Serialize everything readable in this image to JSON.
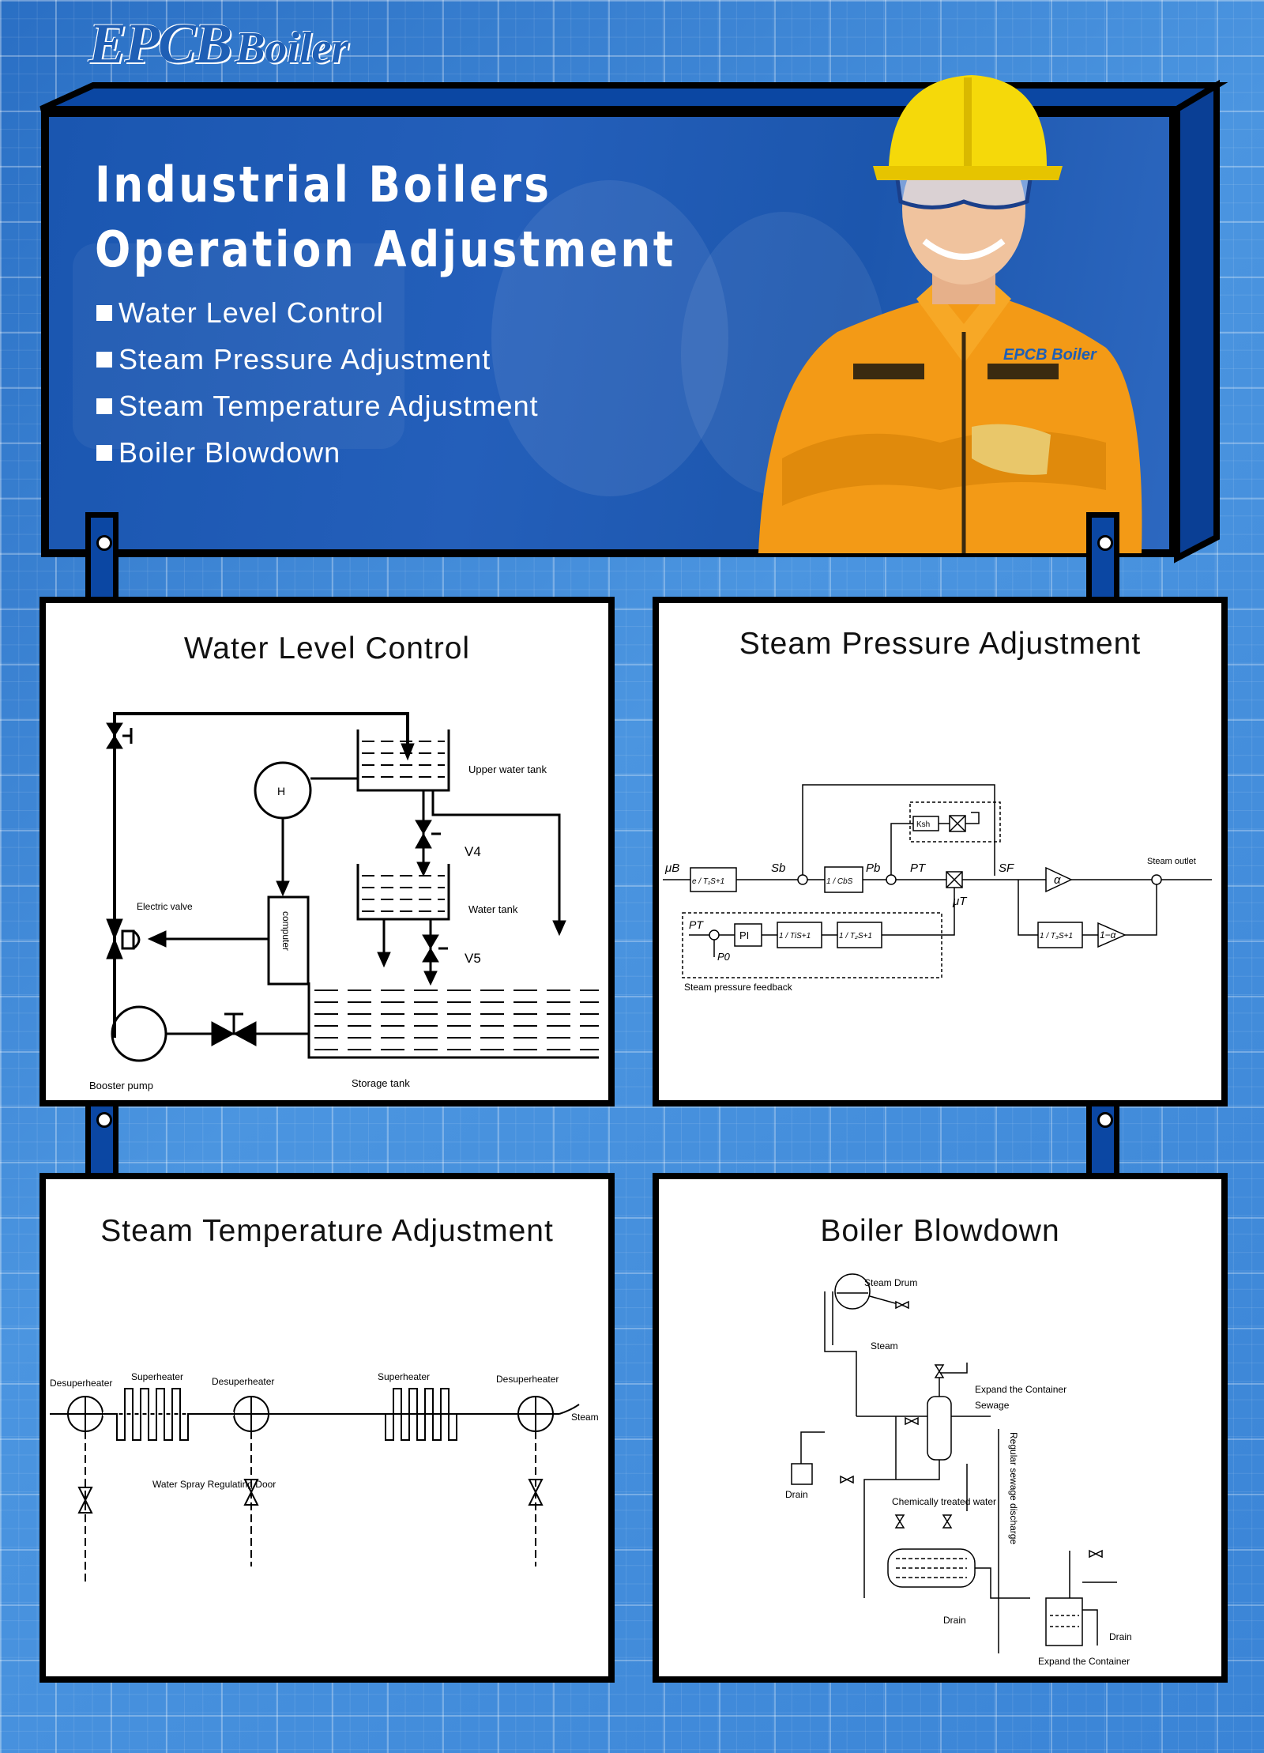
{
  "brand": {
    "logo_part1": "EPCB",
    "logo_part2": "Boiler",
    "uniform_logo": "EPCB Boiler"
  },
  "banner": {
    "title": "Industrial Boilers Operation Adjustment",
    "items": [
      "Water Level Control",
      "Steam Pressure Adjustment",
      "Steam Temperature Adjustment",
      "Boiler Blowdown"
    ]
  },
  "panels": {
    "water_level": {
      "title": "Water Level Control",
      "labels": {
        "h": "H",
        "upper_tank": "Upper water tank",
        "v4": "V4",
        "water_tank": "Water tank",
        "v5": "V5",
        "electric_valve": "Electric valve",
        "computer": "computer",
        "booster_pump": "Booster pump",
        "storage_tank": "Storage tank"
      }
    },
    "steam_pressure": {
      "title": "Steam Pressure Adjustment",
      "labels": {
        "mu_b": "μB",
        "sb": "Sb",
        "pb": "Pb",
        "pt": "PT",
        "sf": "SF",
        "ksh": "Ksh",
        "mu_t": "μT",
        "alpha": "α",
        "one_minus_alpha": "1−α",
        "steam_outlet": "Steam outlet",
        "pi": "PI",
        "pt_fb": "PT",
        "p0": "P0",
        "feedback": "Steam pressure feedback",
        "tf1": "e / T₁S+1",
        "tf2": "1 / CbS",
        "tf3": "1 / TiS+1",
        "tf4": "1 / T₂S+1",
        "tf5": "1 / T₃S+1"
      }
    },
    "steam_temperature": {
      "title": "Steam Temperature Adjustment",
      "labels": {
        "desup1": "Desuperheater",
        "sup1": "Superheater",
        "desup2": "Desuperheater",
        "sup2": "Superheater",
        "desup3": "Desuperheater",
        "steam": "Steam",
        "spray": "Water Spray Regulating Door"
      }
    },
    "blowdown": {
      "title": "Boiler Blowdown",
      "labels": {
        "drum": "Steam Drum",
        "steam": "Steam",
        "expand1": "Expand the Container",
        "sewage": "Sewage",
        "drain1": "Drain",
        "chem": "Chemically treated water",
        "regular": "Regular sewage discharge",
        "drain2": "Drain",
        "drain3": "Drain",
        "expand2": "Expand the Container"
      }
    }
  }
}
